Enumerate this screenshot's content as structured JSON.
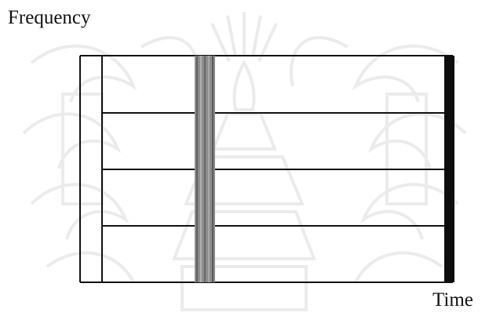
{
  "labels": {
    "y_axis": "Frequency",
    "x_axis": "Time"
  },
  "diagram": {
    "frequency_bands": 4,
    "seals": {
      "watermark_icon": "university-crest-watermark-icon"
    },
    "colors": {
      "line": "#111111",
      "gray_bar": "#8c8c8c",
      "dark_bar": "#0d0d0d",
      "watermark": "#6b6b6b"
    }
  }
}
